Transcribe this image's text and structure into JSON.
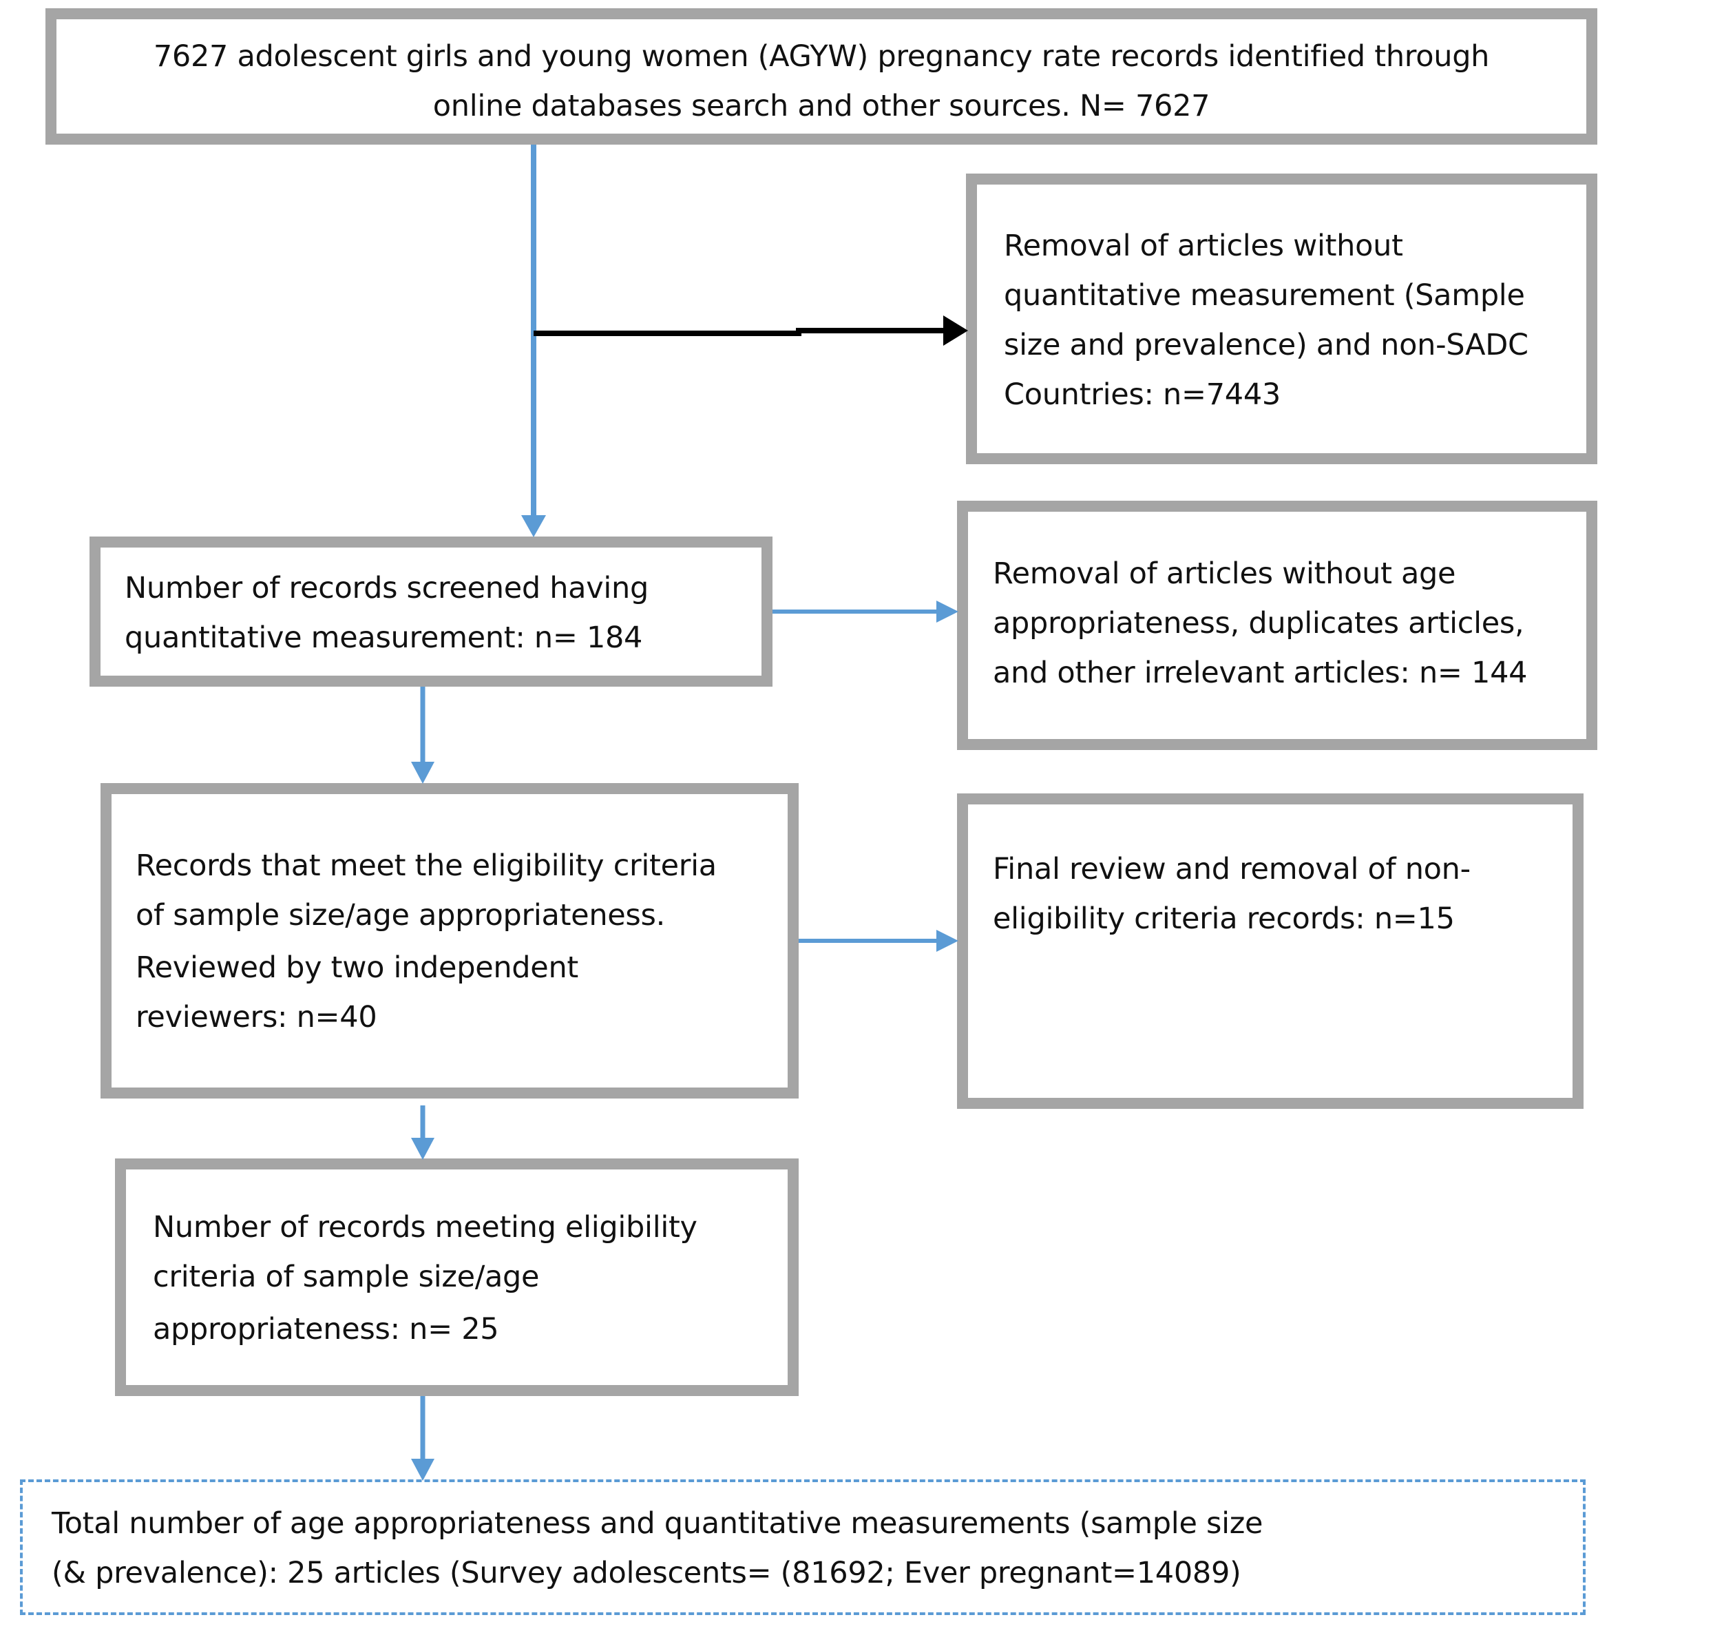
{
  "boxes": {
    "identified": {
      "lines": [
        "7627 adolescent girls and young women (AGYW) pregnancy rate records identified through",
        "online databases search and other sources. N= 7627"
      ]
    },
    "removed_quantitative": {
      "lines": [
        "Removal of articles without",
        "quantitative measurement (Sample",
        "size and prevalence) and non-SADC",
        "Countries: n=7443"
      ]
    },
    "screened": {
      "lines": [
        "Number of records screened having",
        "quantitative measurement: n= 184"
      ]
    },
    "removed_age": {
      "lines": [
        "Removal of articles without age",
        "appropriateness, duplicates articles,",
        "and other irrelevant articles: n= 144"
      ]
    },
    "eligibility_reviewed": {
      "lines": [
        "Records that meet the eligibility criteria",
        "of sample size/age appropriateness.",
        "Reviewed by two independent",
        "reviewers: n=40"
      ]
    },
    "final_removal": {
      "lines": [
        "Final review and removal of non-",
        "eligibility criteria records: n=15"
      ]
    },
    "meeting_eligibility": {
      "lines": [
        "Number of records meeting eligibility",
        "criteria of sample size/age",
        "appropriateness: n= 25"
      ]
    },
    "total": {
      "lines": [
        "Total number of age appropriateness and quantitative measurements (sample size",
        "(& prevalence): 25 articles (Survey adolescents= (81692; Ever pregnant=14089)"
      ]
    }
  },
  "colors": {
    "box_border": "#a5a5a5",
    "arrow_blue": "#5b9bd5",
    "arrow_black": "#000000"
  }
}
